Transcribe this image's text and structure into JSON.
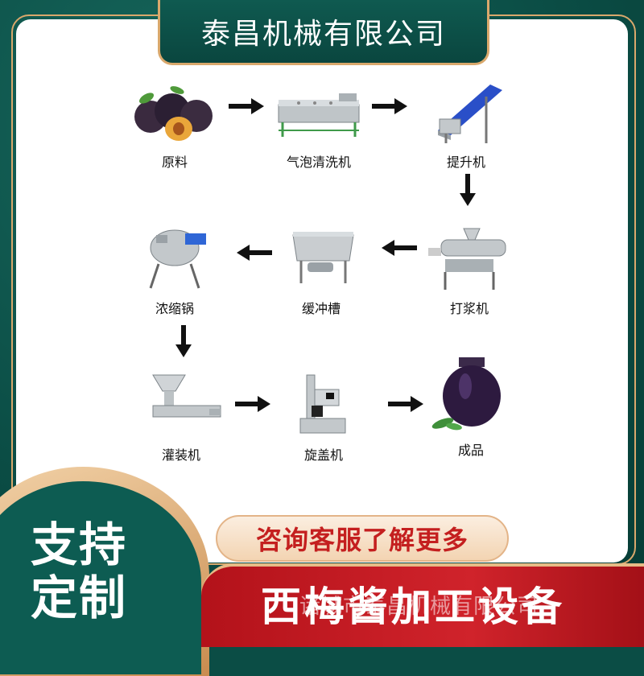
{
  "title": "泰昌机械有限公司",
  "steps": [
    {
      "label": "原料",
      "icon": "plums-icon"
    },
    {
      "label": "气泡清洗机",
      "icon": "bubble-washer-icon"
    },
    {
      "label": "提升机",
      "icon": "elevator-conveyor-icon"
    },
    {
      "label": "打浆机",
      "icon": "pulper-icon"
    },
    {
      "label": "缓冲槽",
      "icon": "buffer-tank-icon"
    },
    {
      "label": "浓缩锅",
      "icon": "concentration-kettle-icon"
    },
    {
      "label": "灌装机",
      "icon": "filling-machine-icon"
    },
    {
      "label": "旋盖机",
      "icon": "capping-machine-icon"
    },
    {
      "label": "成品",
      "icon": "jam-jar-icon"
    }
  ],
  "support_text": [
    "支持",
    "定制"
  ],
  "consult_text": "咨询客服了解更多",
  "banner_text": "西梅酱加工设备",
  "watermark_text": "诸城市泰昌机械有限公司",
  "colors": {
    "green": "#0b4d45",
    "gold": "#d9a86c",
    "red": "#c41f1f"
  }
}
